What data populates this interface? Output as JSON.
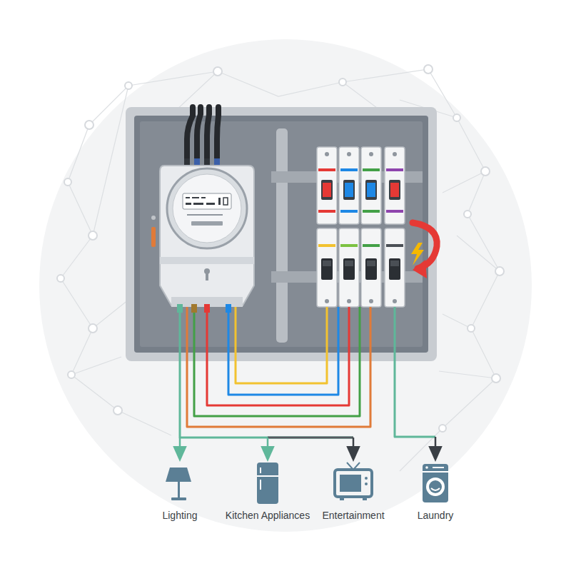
{
  "diagram": {
    "labels": [
      "Lighting",
      "Kitchen Appliances",
      "Entertainment",
      "Laundry"
    ]
  }
}
